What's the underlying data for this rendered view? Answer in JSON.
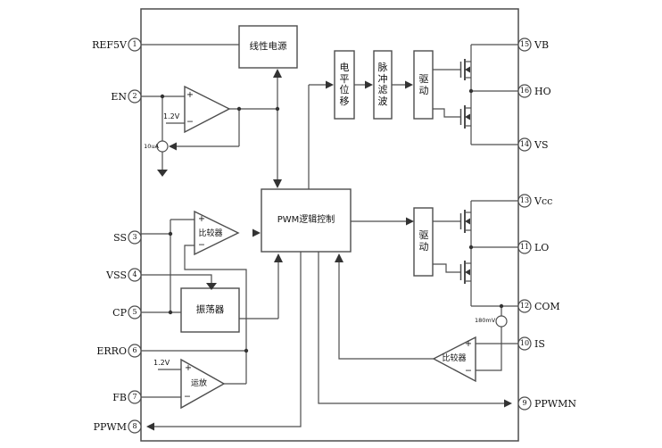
{
  "diagram": {
    "colors": {
      "line": "#4d4d4d",
      "arrow": "#333333",
      "background": "#ffffff",
      "text": "#111111"
    },
    "blocks": {
      "linear_supply": "线性电源",
      "level_shift": "电平位移",
      "pulse_filter": "脉冲滤波",
      "driver_high": "驱动",
      "driver_low": "驱动",
      "pwm_logic": "PWM逻辑控制",
      "oscillator": "振荡器",
      "comparator_ss": "比较器",
      "comparator_cs": "比较器",
      "opamp": "运放"
    },
    "annotations": {
      "vref_en": "1.2V",
      "vref_fb": "1.2V",
      "bias_current": "10uA",
      "cs_threshold": "180mV"
    },
    "symbols": {
      "plus": "+",
      "minus": "−"
    },
    "pins": {
      "left": [
        {
          "number": "1",
          "label": "REF5V"
        },
        {
          "number": "2",
          "label": "EN"
        },
        {
          "number": "3",
          "label": "SS"
        },
        {
          "number": "4",
          "label": "VSS"
        },
        {
          "number": "5",
          "label": "CP"
        },
        {
          "number": "6",
          "label": "ERRO"
        },
        {
          "number": "7",
          "label": "FB"
        },
        {
          "number": "8",
          "label": "PPWM"
        }
      ],
      "right": [
        {
          "number": "15",
          "label": "VB"
        },
        {
          "number": "16",
          "label": "HO"
        },
        {
          "number": "14",
          "label": "VS"
        },
        {
          "number": "13",
          "label": "Vcc"
        },
        {
          "number": "11",
          "label": "LO"
        },
        {
          "number": "12",
          "label": "COM"
        },
        {
          "number": "10",
          "label": "IS"
        },
        {
          "number": "9",
          "label": "PPWMN"
        }
      ]
    }
  }
}
